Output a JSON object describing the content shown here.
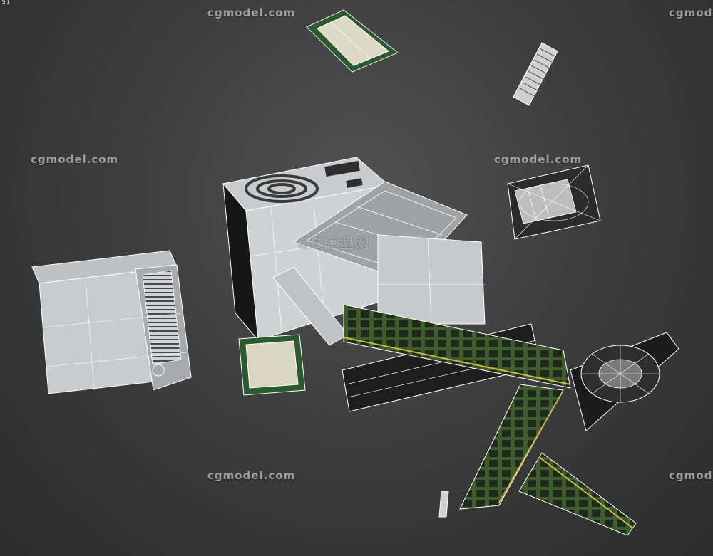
{
  "viewport": {
    "corner_label": "s]",
    "background_color": "#444444",
    "wire_color": "#ffffff"
  },
  "watermarks": [
    {
      "text": "cgmodel.com"
    },
    {
      "text": "cgmodel.com"
    },
    {
      "text": "cgmodel.com"
    },
    {
      "text": "cgmodel.com"
    },
    {
      "text": "cgmodel.com"
    },
    {
      "text": "cgmodel.com"
    }
  ],
  "center_logo": {
    "text": "CG模型网"
  },
  "objects": [
    "cpu-chip-top",
    "heatsink-small",
    "power-supply",
    "cpu-cooler-fan",
    "pc-case-left",
    "cpu-chip-middle",
    "graphics-card",
    "ram-stick",
    "case-fan",
    "ram-stick-bottom",
    "small-connector"
  ]
}
